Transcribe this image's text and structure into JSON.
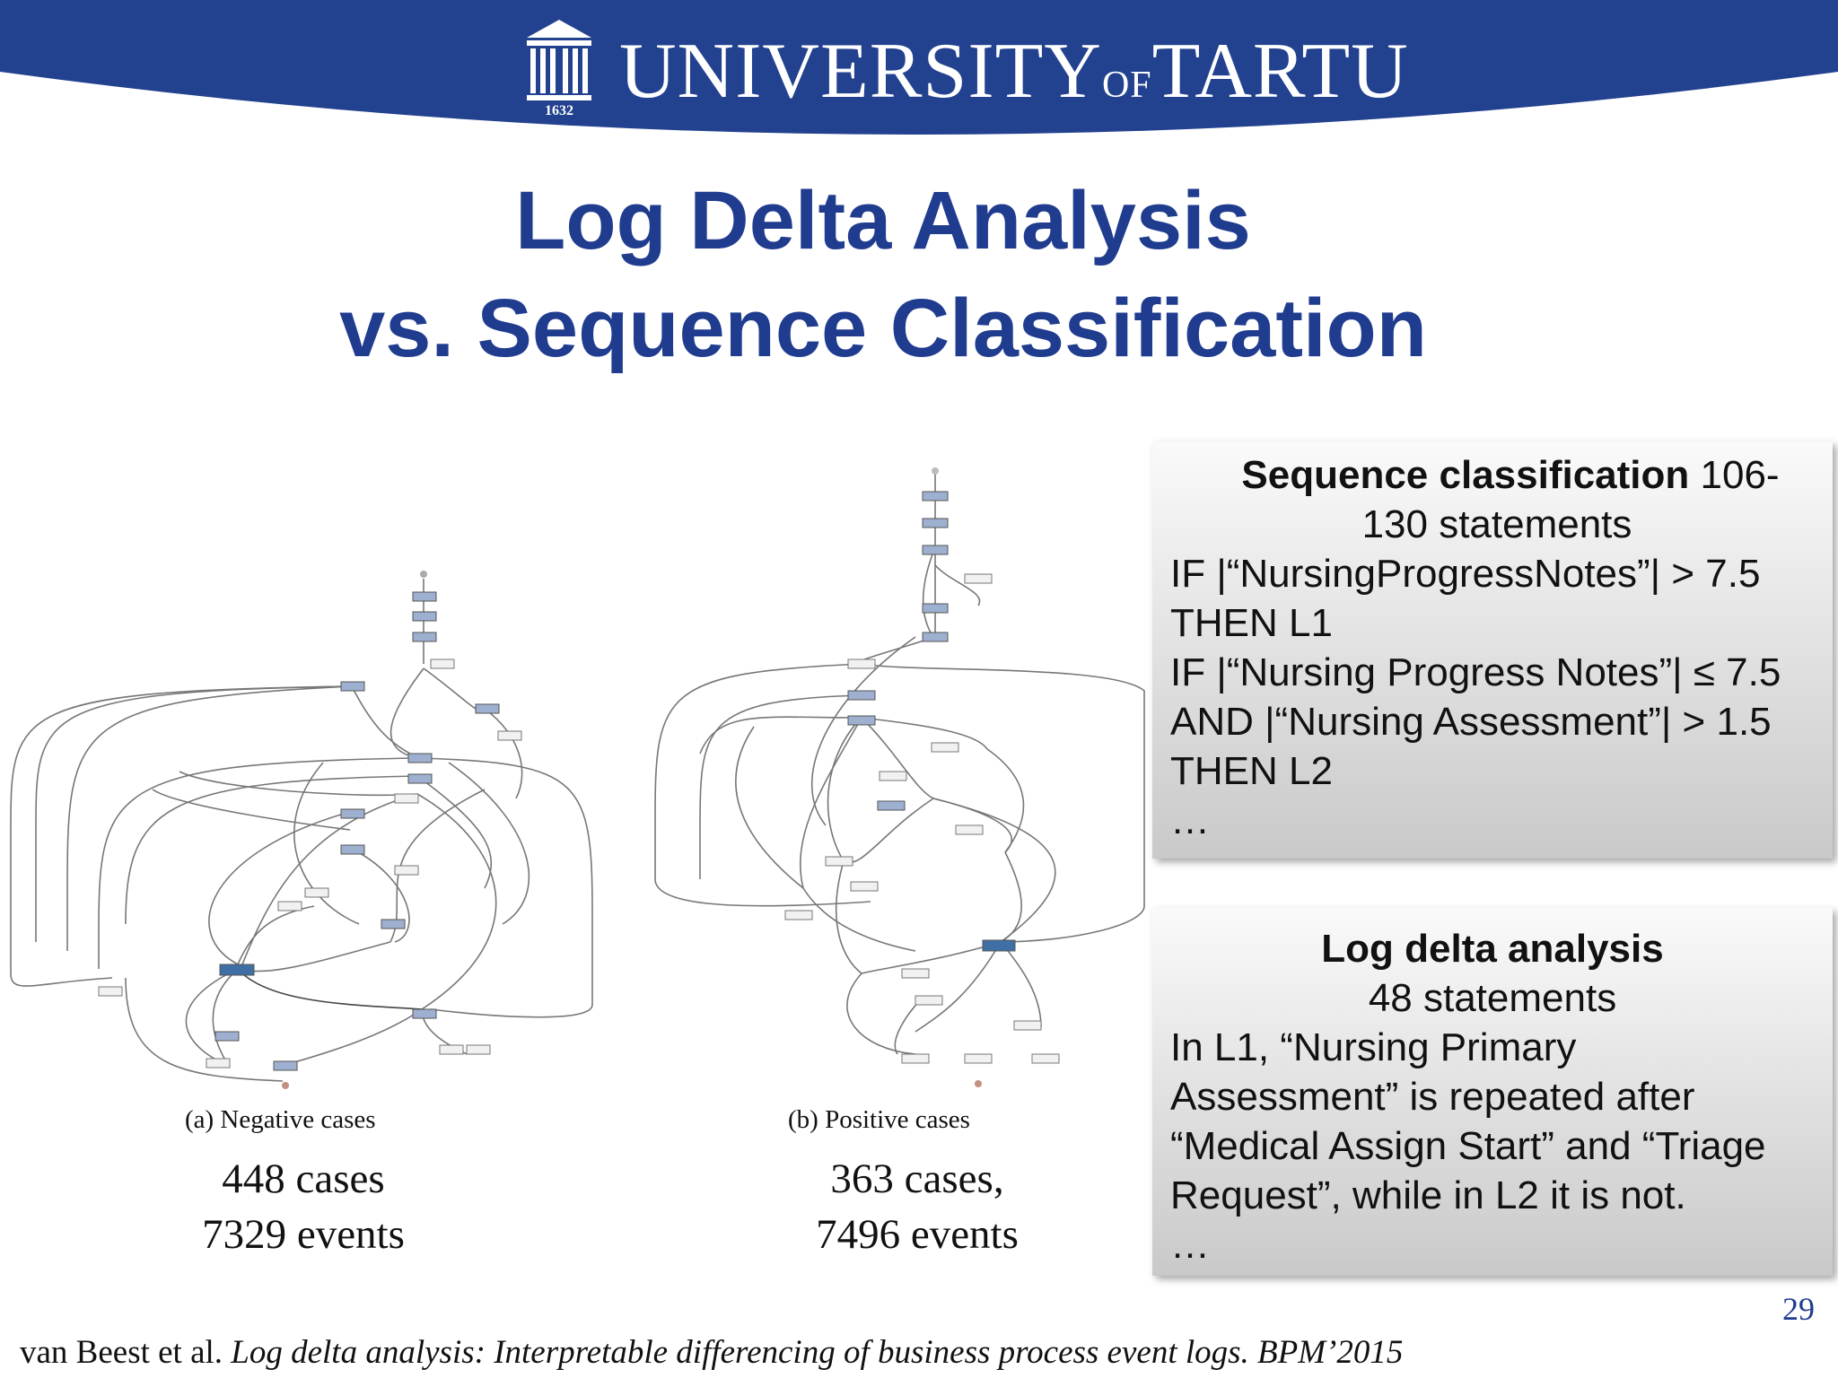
{
  "header": {
    "university_main": "UNIVERSITY",
    "university_of": "OF",
    "university_city": "TARTU",
    "founded": "1632",
    "brand_color": "#22418f"
  },
  "title": {
    "line1": "Log Delta Analysis",
    "line2": "vs. Sequence Classification"
  },
  "figures": {
    "negative": {
      "caption": "(a) Negative cases",
      "cases": "448 cases",
      "events": "7329 events"
    },
    "positive": {
      "caption": "(b) Positive cases",
      "cases": "363 cases,",
      "events": "7496 events"
    }
  },
  "sequence_box": {
    "heading_bold": "Sequence classification",
    "heading_rest": " 106-",
    "heading_line2": "130 statements",
    "lines": [
      "IF |“NursingProgressNotes”| > 7.5",
      "THEN L1",
      "IF |“Nursing Progress Notes”| ≤ 7.5",
      "AND |“Nursing Assessment”| > 1.5",
      "THEN L2",
      "…"
    ]
  },
  "delta_box": {
    "heading_bold": "Log delta analysis",
    "heading_line2": "48 statements",
    "lines": [
      "In L1, “Nursing Primary",
      "Assessment” is repeated after",
      "“Medical Assign Start” and “Triage",
      "Request”, while in L2 it is not.",
      "…"
    ]
  },
  "page_number": "29",
  "reference": {
    "authors": "van Beest et al. ",
    "title": "Log delta analysis: Interpretable differencing of business process event logs. BPM’2015"
  }
}
